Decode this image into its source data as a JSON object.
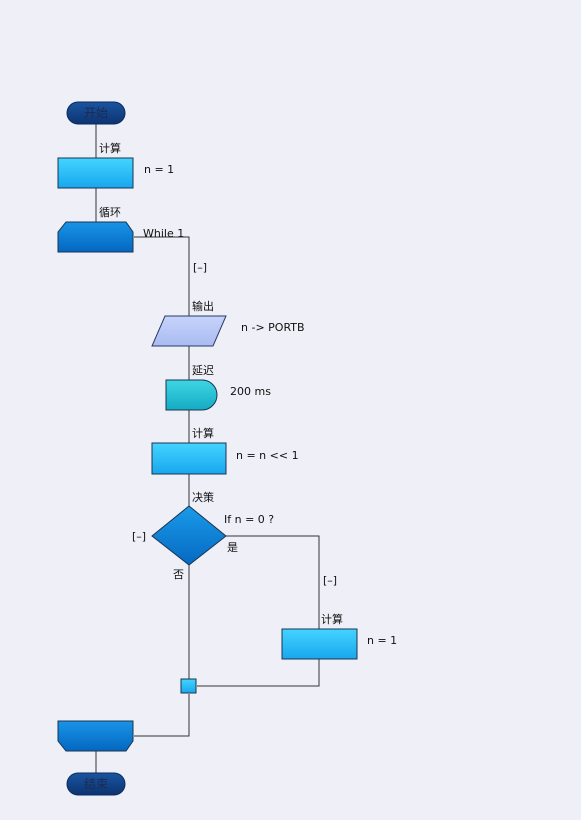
{
  "flowchart": {
    "start": {
      "label": "开始"
    },
    "end": {
      "label": "结束"
    },
    "calc1": {
      "type_label": "计算",
      "expr": "n = 1"
    },
    "loop": {
      "type_label": "循环",
      "expr": "While 1",
      "collapse": "[–]"
    },
    "output": {
      "type_label": "输出",
      "expr": "n -> PORTB"
    },
    "delay": {
      "type_label": "延迟",
      "expr": "200 ms"
    },
    "calc2": {
      "type_label": "计算",
      "expr": "n = n << 1"
    },
    "decision": {
      "type_label": "决策",
      "expr": "If  n = 0 ?",
      "yes_label": "是",
      "no_label": "否",
      "collapse": "[–]"
    },
    "calc3": {
      "type_label": "计算",
      "expr": "n = 1",
      "collapse": "[–]"
    }
  },
  "colors": {
    "background": "#eff0f7",
    "terminal": "#123f7e",
    "calc_light": "#3fd0fb",
    "calc_dark": "#1aa6ec",
    "loop": "#0878cf",
    "output": "#b8c7f5",
    "delay": "#25c4d6",
    "decision": "#0b84d6"
  }
}
